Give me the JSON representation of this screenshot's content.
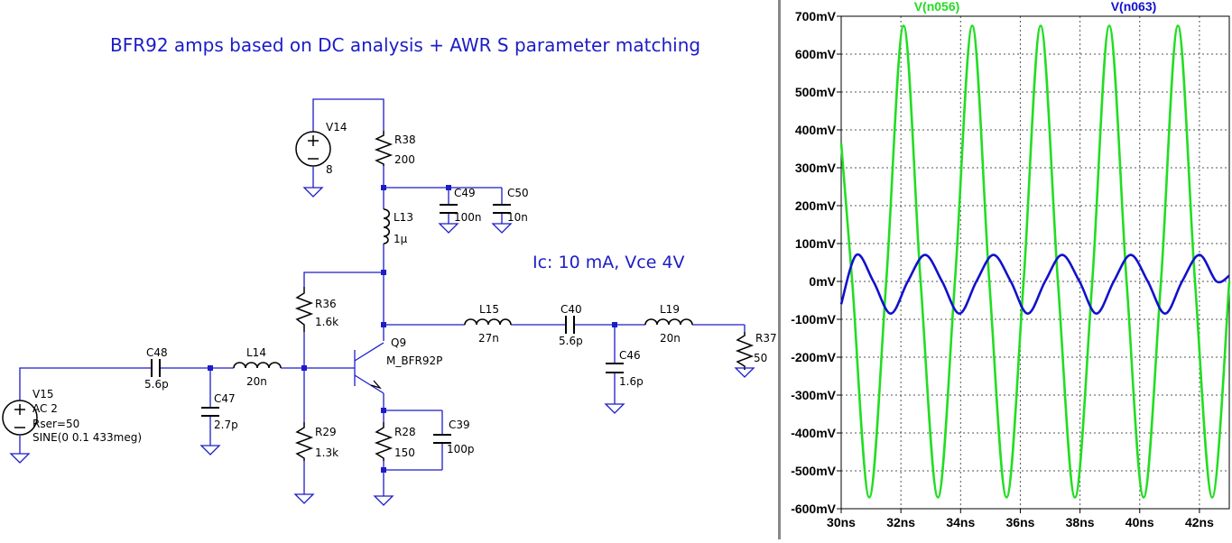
{
  "schematic": {
    "title": "BFR92 amps based on DC analysis + AWR S parameter matching",
    "note": "Ic: 10 mA, Vce 4V",
    "colors": {
      "wire": "#1c1cc8",
      "text_accent": "#1c1cc8",
      "component_text": "#000000"
    },
    "components": {
      "v14": {
        "name": "V14",
        "value": "8"
      },
      "r38": {
        "name": "R38",
        "value": "200"
      },
      "c49": {
        "name": "C49",
        "value": "100n"
      },
      "c50": {
        "name": "C50",
        "value": "10n"
      },
      "l13": {
        "name": "L13",
        "value": "1µ"
      },
      "r36": {
        "name": "R36",
        "value": "1.6k"
      },
      "q9": {
        "name": "Q9",
        "value": "M_BFR92P"
      },
      "l15": {
        "name": "L15",
        "value": "27n"
      },
      "c40": {
        "name": "C40",
        "value": "5.6p"
      },
      "l19": {
        "name": "L19",
        "value": "20n"
      },
      "r37": {
        "name": "R37",
        "value": "50"
      },
      "c46": {
        "name": "C46",
        "value": "1.6p"
      },
      "c48": {
        "name": "C48",
        "value": "5.6p"
      },
      "l14": {
        "name": "L14",
        "value": "20n"
      },
      "c47": {
        "name": "C47",
        "value": "2.7p"
      },
      "v15": {
        "name": "V15",
        "line1": "AC 2",
        "line2": "Rser=50",
        "line3": "SINE(0 0.1 433meg)"
      },
      "r29": {
        "name": "R29",
        "value": "1.3k"
      },
      "r28": {
        "name": "R28",
        "value": "150"
      },
      "c39": {
        "name": "C39",
        "value": "100p"
      }
    }
  },
  "chart_data": {
    "type": "line",
    "x_unit": "ns",
    "xlim": [
      30,
      43
    ],
    "ylim": [
      -600,
      700
    ],
    "y_unit": "mV",
    "grid": true,
    "grid_style": "dotted",
    "x_ticks": [
      30,
      32,
      34,
      36,
      38,
      40,
      42
    ],
    "x_tick_labels": [
      "30ns",
      "32ns",
      "34ns",
      "36ns",
      "38ns",
      "40ns",
      "42ns"
    ],
    "y_ticks": [
      700,
      600,
      500,
      400,
      300,
      200,
      100,
      0,
      -100,
      -200,
      -300,
      -400,
      -500,
      -600
    ],
    "y_tick_labels": [
      "700mV",
      "600mV",
      "500mV",
      "400mV",
      "300mV",
      "200mV",
      "100mV",
      "0mV",
      "-100mV",
      "-200mV",
      "-300mV",
      "-400mV",
      "-500mV",
      "-600mV"
    ],
    "series": [
      {
        "name": "V(n056)",
        "color": "#22dd22",
        "x": [
          30.0,
          30.37,
          30.94,
          31.51,
          32.09,
          32.66,
          33.24,
          33.81,
          34.39,
          34.96,
          35.54,
          36.11,
          36.68,
          37.26,
          37.83,
          38.41,
          38.98,
          39.56,
          40.13,
          40.71,
          41.28,
          41.85,
          42.43,
          43.0
        ],
        "y": [
          365,
          0,
          -570,
          0,
          675,
          0,
          -570,
          0,
          675,
          0,
          -570,
          0,
          675,
          0,
          -570,
          0,
          675,
          0,
          -570,
          0,
          675,
          0,
          -570,
          0
        ]
      },
      {
        "name": "V(n063)",
        "color": "#1111cc",
        "x": [
          30.0,
          30.51,
          31.08,
          31.66,
          32.23,
          32.81,
          33.38,
          33.96,
          34.53,
          35.1,
          35.68,
          36.25,
          36.83,
          37.4,
          37.98,
          38.55,
          39.13,
          39.7,
          40.27,
          40.85,
          41.42,
          42.0,
          42.57,
          43.0
        ],
        "y": [
          -60,
          70,
          0,
          -85,
          0,
          70,
          0,
          -85,
          0,
          70,
          0,
          -85,
          0,
          70,
          0,
          -85,
          0,
          70,
          0,
          -85,
          0,
          70,
          0,
          15
        ]
      }
    ]
  }
}
